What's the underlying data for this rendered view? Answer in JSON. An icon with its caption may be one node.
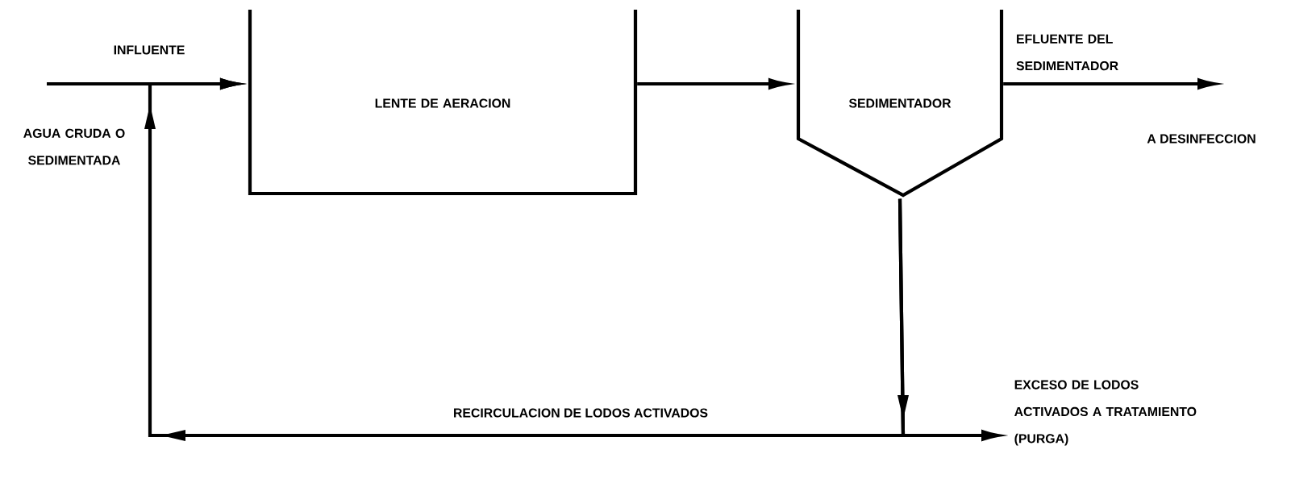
{
  "diagram": {
    "nodes": [
      {
        "text": [
          "LENTE DE AERACION"
        ]
      },
      {
        "text": [
          "SEDIMENTADOR"
        ]
      },
      {
        "text": [
          "EXCESO DE LODOS ACTIVADOS A TRATAMIENTO (PURGA)"
        ]
      }
    ],
    "edges": [
      {
        "from": null,
        "to": 0,
        "arrow": "to",
        "label": "INFLUENTE"
      },
      {
        "from": 0,
        "to": 1,
        "arrow": "to"
      },
      {
        "from": 1,
        "to": null,
        "arrow": "to",
        "label": "EFLUENTE DEL SEDIMENTADOR"
      },
      {
        "from": 1,
        "to": 0,
        "arrow": "to",
        "label": "RECIRCULACION DE LODOS ACTIVADOS"
      },
      {
        "from": 1,
        "to": 2,
        "arrow": "to"
      }
    ],
    "labels": [
      "AGUA CRUDA O SEDIMENTADA",
      "A DESINFECCION"
    ]
  }
}
